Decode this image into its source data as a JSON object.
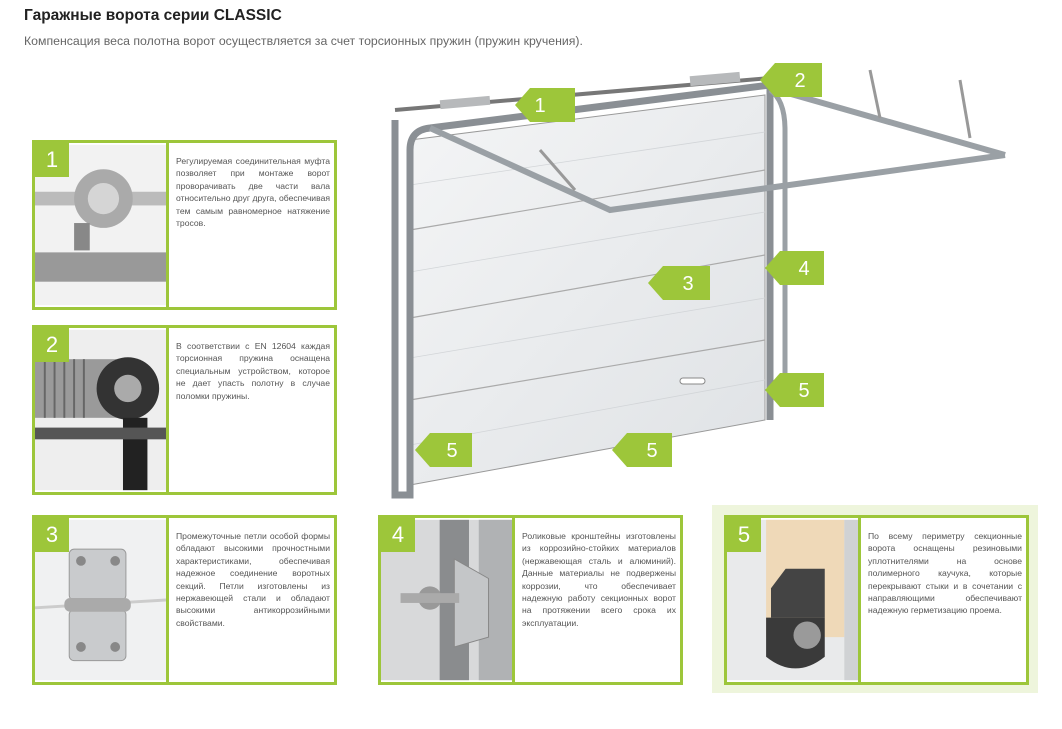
{
  "header": {
    "title": "Гаражные ворота серии CLASSIC",
    "subtitle": "Компенсация веса полотна ворот осуществляется за счет торсионных пружин (пружин кручения)."
  },
  "diagram": {
    "markers": [
      "1",
      "2",
      "3",
      "4",
      "5",
      "5",
      "5"
    ]
  },
  "panels": [
    {
      "number": "1",
      "text": "Регулируемая соединительная муфта позволяет при монтаже ворот проворачивать две части вала относительно друг друга, обеспечивая тем самым равномерное натяжение тросов."
    },
    {
      "number": "2",
      "text": "В соответствии с EN 12604 каждая торсионная пружина оснащена специальным устройством, которое не дает упасть полотну в случае поломки пружины."
    },
    {
      "number": "3",
      "text": "Промежуточные петли особой формы обладают высокими прочностными характеристиками, обеспечивая надежное соединение воротных секций. Петли изготовлены из нержавеющей стали и обладают высокими антикоррозийными свойствами."
    },
    {
      "number": "4",
      "text": "Роликовые кронштейны изготовлены из коррозийно-стойких материалов (нержавеющая сталь и алюминий). Данные материалы не подвержены коррозии, что обеспечивает надежную работу секционных ворот на протяжении всего срока их эксплуатации."
    },
    {
      "number": "5",
      "text": "По всему периметру секционные ворота оснащены резиновыми уплотнителями на основе полимерного каучука, которые перекрывают стыки и в сочетании с направляющими обеспечивают надежную герметизацию проема."
    }
  ],
  "colors": {
    "accent": "#9dc63a"
  }
}
